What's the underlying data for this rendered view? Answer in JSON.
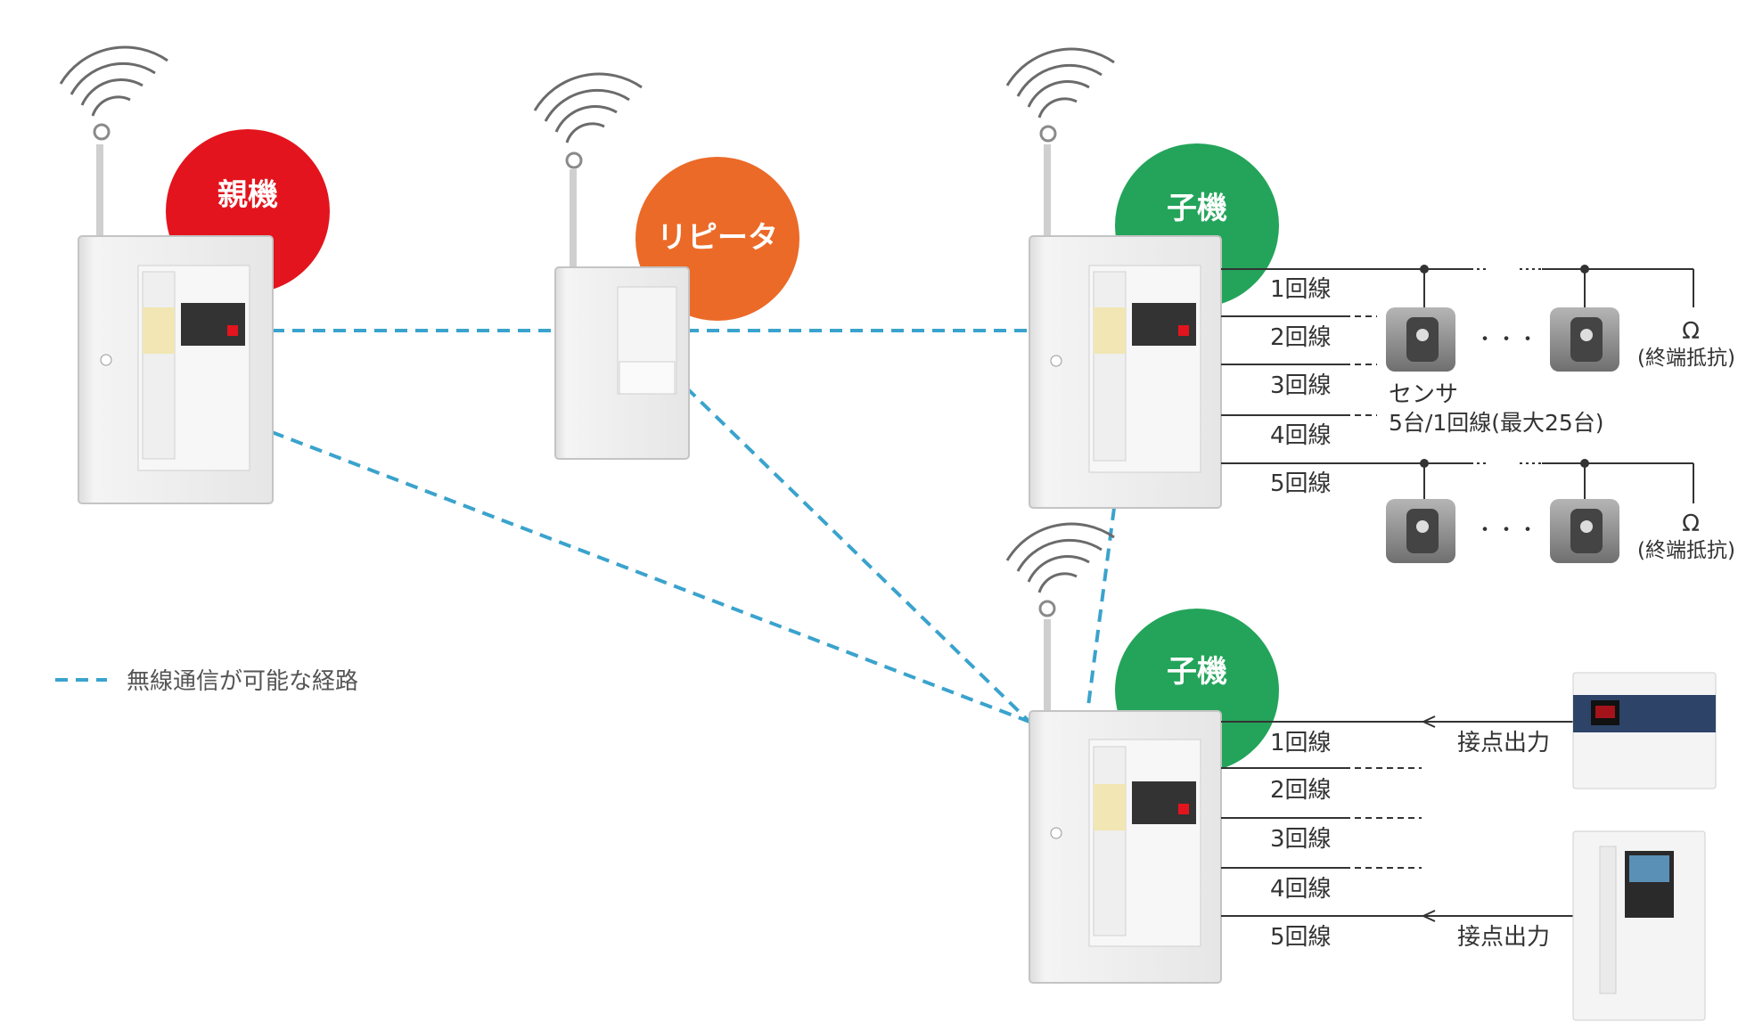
{
  "labels": {
    "master": "親機",
    "repeater": "リピータ",
    "child_top": "子機",
    "child_bottom": "子機",
    "sensor": "センサ",
    "sensor_note": "5台/1回線(最大25台)",
    "omega": "Ω",
    "terminal_resistor": "(終端抵抗)",
    "contact_output": "接点出力",
    "dots": "・・・"
  },
  "lines_top": [
    "1回線",
    "2回線",
    "3回線",
    "4回線",
    "5回線"
  ],
  "lines_bottom": [
    "1回線",
    "2回線",
    "3回線",
    "4回線",
    "5回線"
  ],
  "legend": {
    "text": "無線通信が可能な経路"
  },
  "colors": {
    "master": "#e3141d",
    "repeater": "#eb6a28",
    "child": "#23a45a",
    "wireless_path": "#3aa3cd",
    "panel": "#eeeeee",
    "sensor_body": "#8e8e8e"
  },
  "icons": {
    "antenna": "antenna-icon",
    "signal": "wireless-signal-icon",
    "sensor": "sensor-device-icon",
    "panel": "control-panel-icon"
  }
}
